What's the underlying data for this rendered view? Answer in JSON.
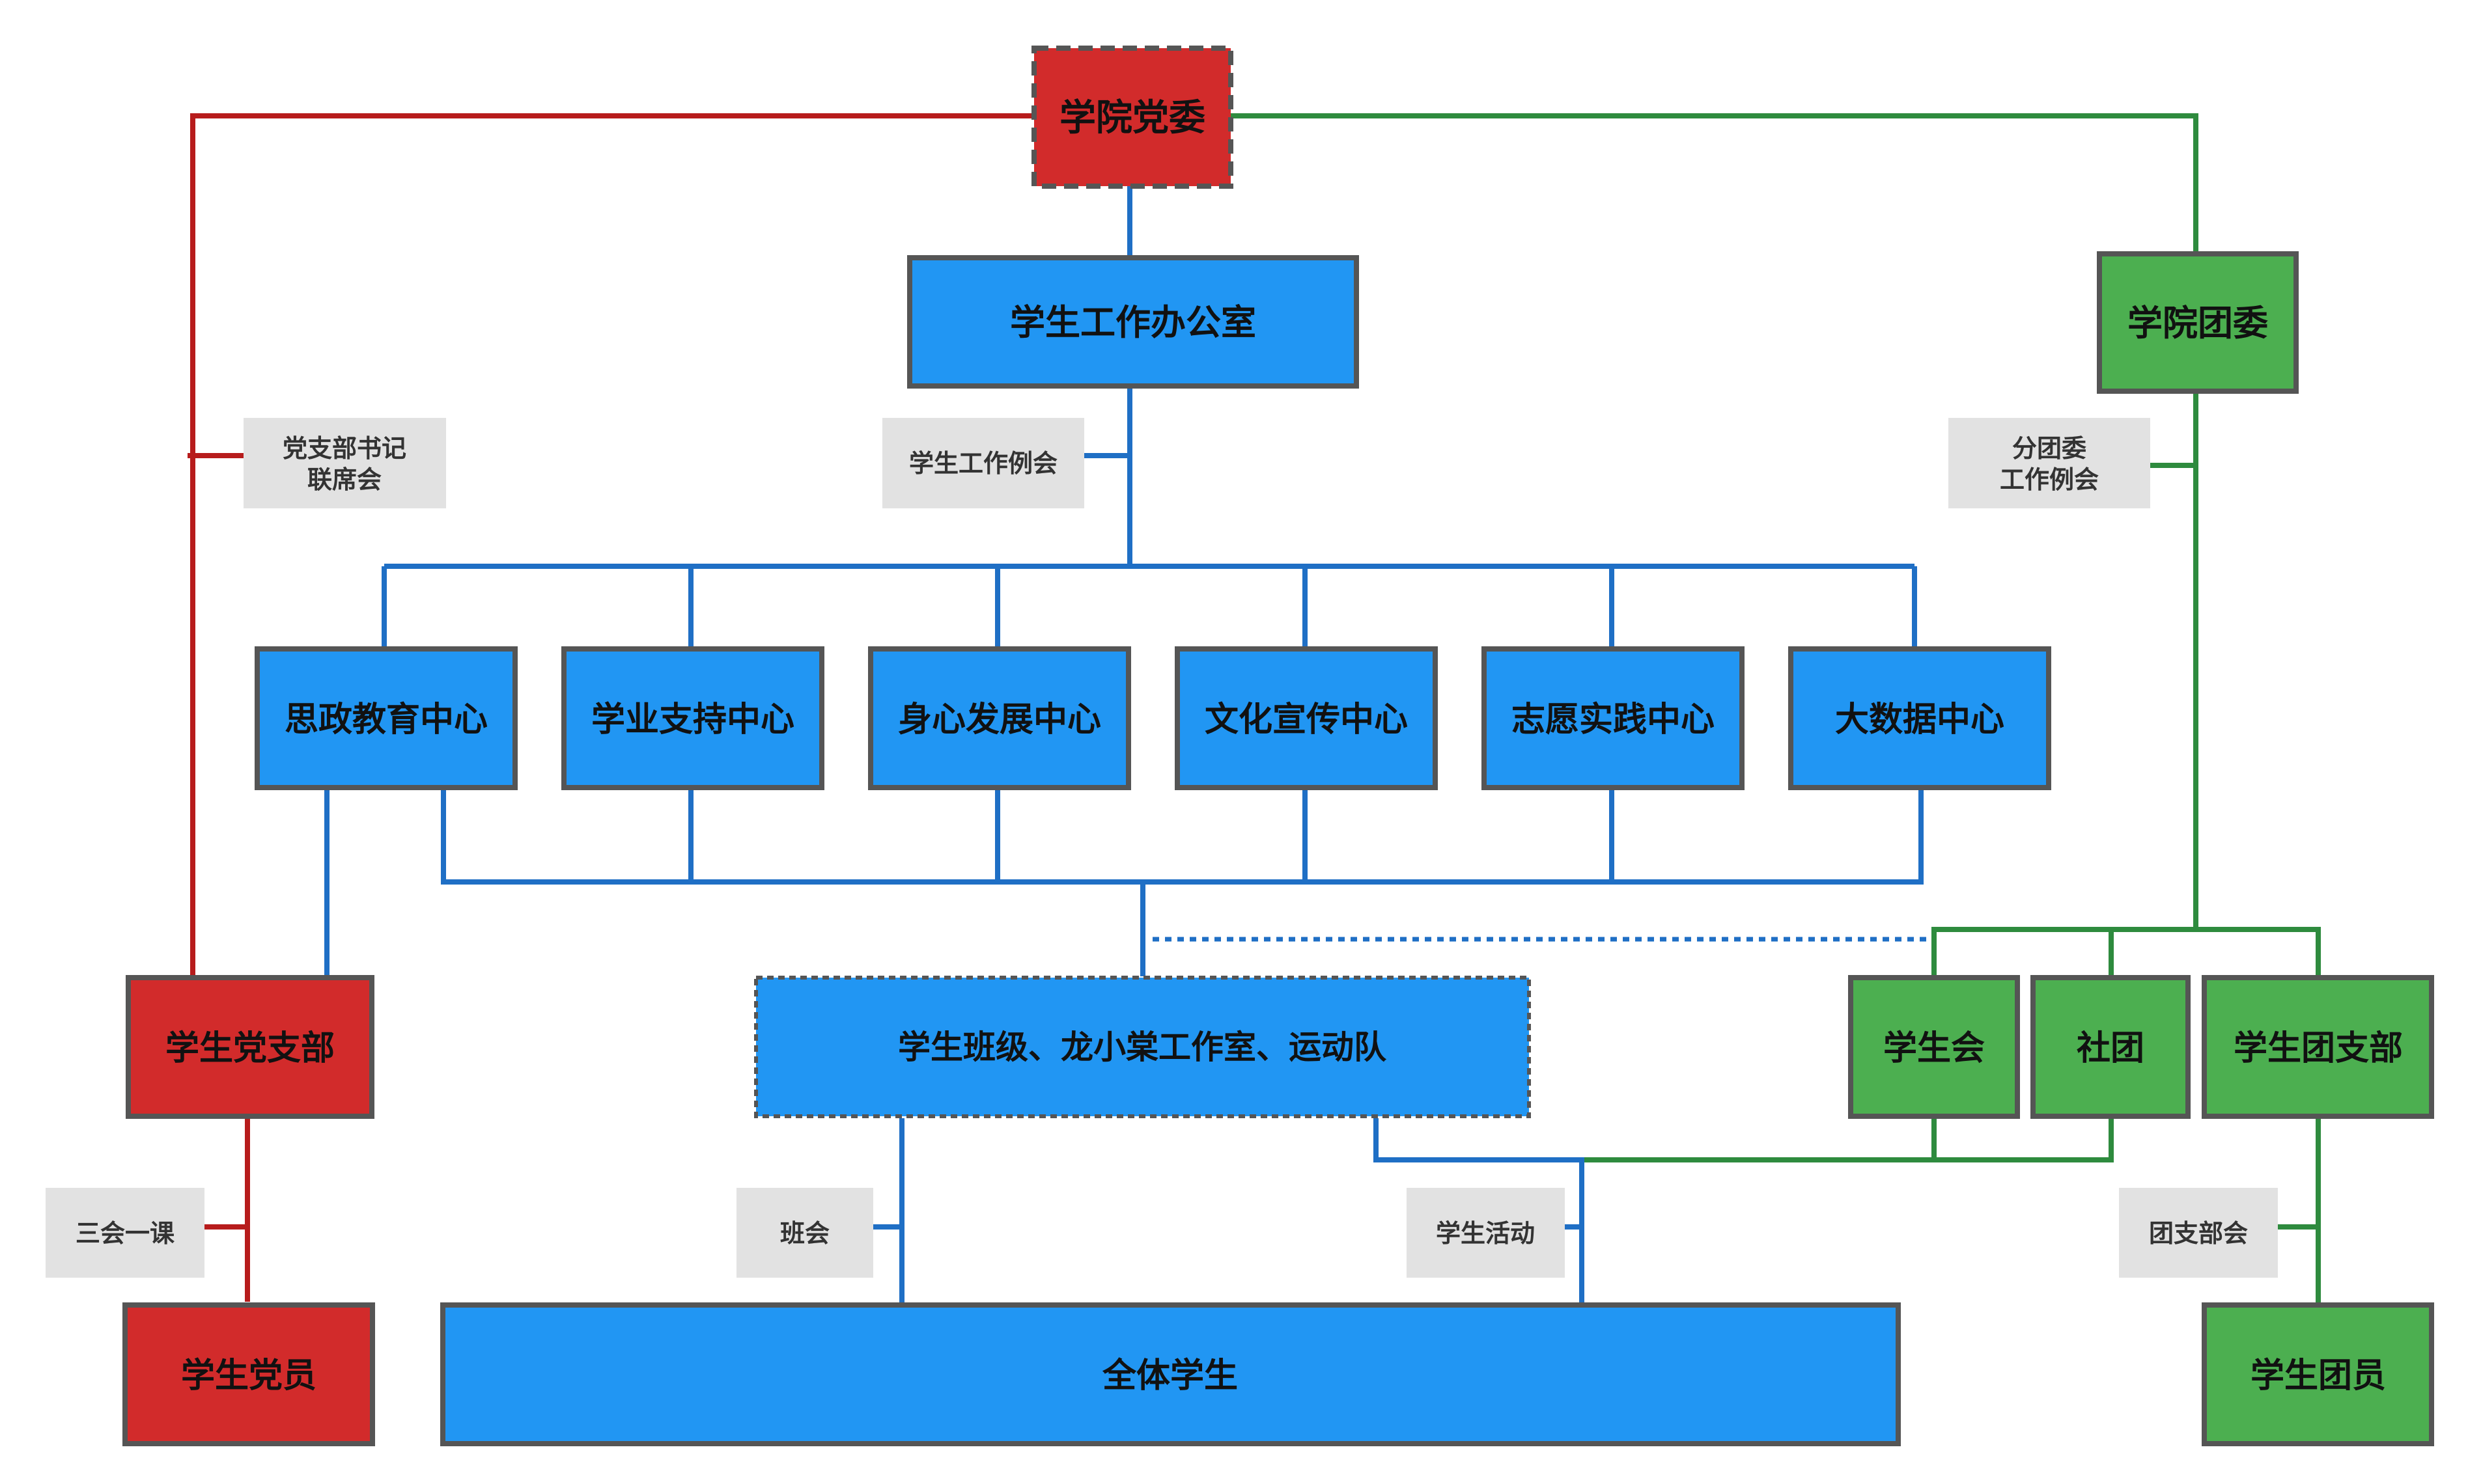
{
  "colors": {
    "party_red": "#D22B2B",
    "work_blue": "#2196F3",
    "league_green": "#4CAF50",
    "line_red": "#B71C1C",
    "line_blue": "#1F6FC5",
    "line_green": "#2E8B3E",
    "border_gray": "#555555",
    "tag_gray": "#E2E2E2"
  },
  "nodes": {
    "college_party_committee": "学院党委",
    "student_affairs_office": "学生工作办公室",
    "college_youth_league": "学院团委",
    "center_ideology": "思政教育中心",
    "center_academic": "学业支持中心",
    "center_wellbeing": "身心发展中心",
    "center_culture": "文化宣传中心",
    "center_volunteer": "志愿实践中心",
    "center_bigdata": "大数据中心",
    "student_party_branch": "学生党支部",
    "classes_studio_team": "学生班级、龙小棠工作室、运动队",
    "student_union": "学生会",
    "clubs": "社团",
    "league_branch": "学生团支部",
    "party_members": "学生党员",
    "all_students": "全体学生",
    "league_members": "学生团员"
  },
  "tags": {
    "branch_secretaries_line1": "党支部书记",
    "branch_secretaries_line2": "联席会",
    "work_meeting": "学生工作例会",
    "sub_league_line1": "分团委",
    "sub_league_line2": "工作例会",
    "three_meetings": "三会一课",
    "class_meeting": "班会",
    "student_activities": "学生活动",
    "league_branch_meeting": "团支部会"
  }
}
